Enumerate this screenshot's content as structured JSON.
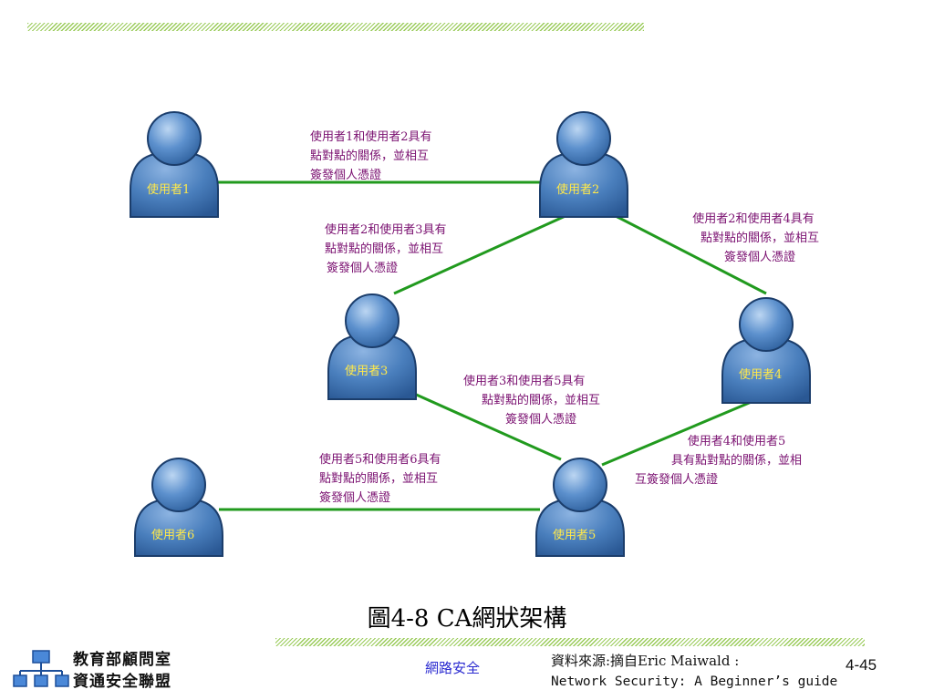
{
  "users": [
    {
      "id": "u1",
      "label": "使用者1"
    },
    {
      "id": "u2",
      "label": "使用者2"
    },
    {
      "id": "u3",
      "label": "使用者3"
    },
    {
      "id": "u4",
      "label": "使用者4"
    },
    {
      "id": "u5",
      "label": "使用者5"
    },
    {
      "id": "u6",
      "label": "使用者6"
    }
  ],
  "relations": [
    {
      "from": "u1",
      "to": "u2",
      "lines": [
        "使用者1和使用者2具有",
        "點對點的關係，並相互",
        "簽發個人憑證"
      ]
    },
    {
      "from": "u2",
      "to": "u3",
      "lines": [
        "使用者2和使用者3具有",
        "點對點的關係，並相互",
        "簽發個人憑證"
      ]
    },
    {
      "from": "u2",
      "to": "u4",
      "lines": [
        "使用者2和使用者4具有",
        "點對點的關係，並相互",
        "簽發個人憑證"
      ]
    },
    {
      "from": "u3",
      "to": "u5",
      "lines": [
        "使用者3和使用者5具有",
        "點對點的關係，並相互",
        "簽發個人憑證"
      ]
    },
    {
      "from": "u4",
      "to": "u5",
      "lines": [
        "使用者4和使用者5",
        "具有點對點的關係，並相",
        "互簽發個人憑證"
      ]
    },
    {
      "from": "u5",
      "to": "u6",
      "lines": [
        "使用者5和使用者6具有",
        "點對點的關係，並相互",
        "簽發個人憑證"
      ]
    }
  ],
  "caption": "圖4-8 CA網狀架構",
  "footer": {
    "org_line1": "教育部顧問室",
    "org_line2": "資通安全聯盟",
    "course": "網路安全",
    "source_line1": "資料來源:摘自Eric Maiwald :",
    "source_line2": "Network Security: A Beginner’s  guide",
    "page_number": "4-45"
  },
  "colors": {
    "link": "#219a1e",
    "user_fill": "#4a7fbd",
    "user_label": "#ffe94a",
    "description": "#7a1070",
    "hatch": "#9acb5a",
    "course": "#2a2ad0"
  }
}
